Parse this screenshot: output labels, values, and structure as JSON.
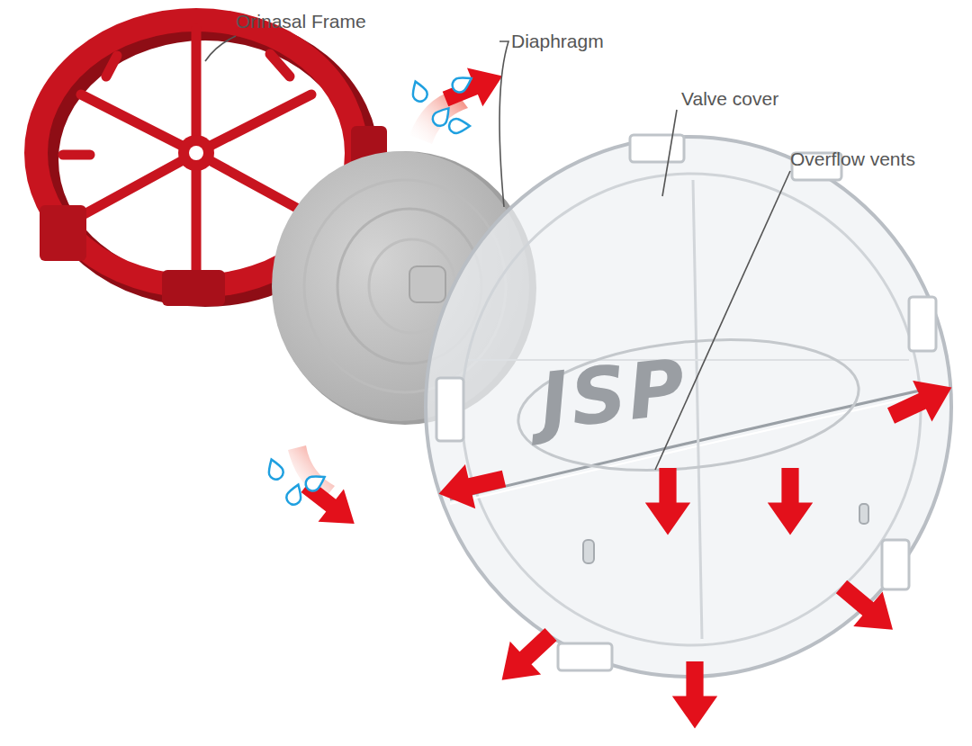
{
  "diagram": {
    "labels": [
      "Orinasal Frame",
      "Diaphragm",
      "Valve cover",
      "Overflow vents",
      "JSP"
    ]
  }
}
